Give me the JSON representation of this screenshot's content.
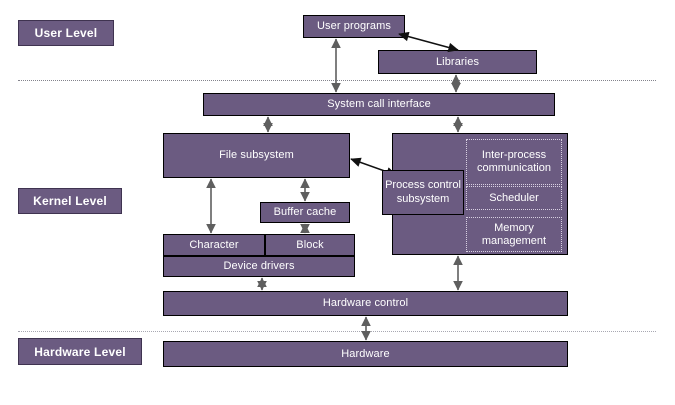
{
  "diagram": {
    "title": "UNIX kernel architecture block diagram",
    "colors": {
      "box_fill": "#6b5b81",
      "box_border": "#000000",
      "arrow_gray": "#6e6e6e",
      "arrow_black": "#000000",
      "divider": "#6e6e78",
      "text": "#ffffff",
      "dotted_sub_border": "#d8d0e2"
    },
    "levels": [
      {
        "id": "user",
        "label": "User Level"
      },
      {
        "id": "kernel",
        "label": "Kernel Level"
      },
      {
        "id": "hardware",
        "label": "Hardware Level"
      }
    ],
    "boxes": {
      "user_programs": "User programs",
      "libraries": "Libraries",
      "system_call_interface": "System call interface",
      "file_subsystem": "File subsystem",
      "buffer_cache": "Buffer cache",
      "character": "Character",
      "block": "Block",
      "device_drivers": "Device drivers",
      "process_control_subsystem": "Process control subsystem",
      "inter_process_communication": "Inter-process communication",
      "scheduler": "Scheduler",
      "memory_management": "Memory management",
      "hardware_control": "Hardware control",
      "hardware": "Hardware"
    }
  }
}
